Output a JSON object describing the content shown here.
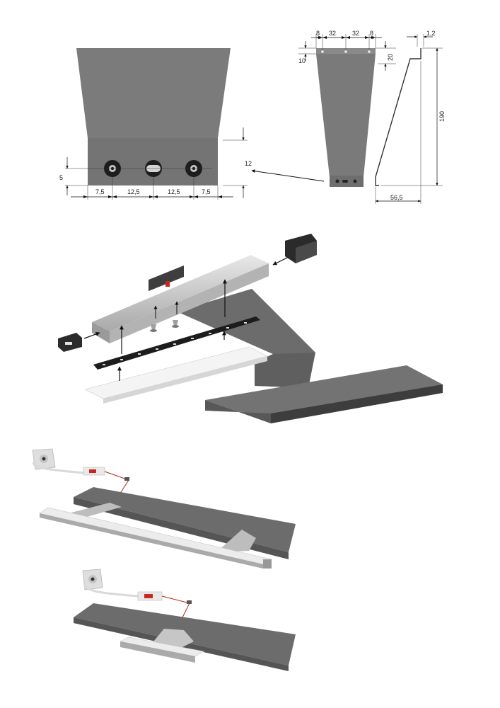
{
  "detail_view": {
    "dim_height": "12",
    "dim_offset": "5",
    "dims_horizontal": [
      "7,5",
      "12,5",
      "12,5",
      "7,5"
    ]
  },
  "side_view": {
    "dims_top": [
      "8",
      "32",
      "32",
      "8"
    ],
    "dim_thickness": "1,2",
    "dim_top_left": "10",
    "dim_top_right": "20",
    "dim_height": "190",
    "dim_depth": "56,5"
  },
  "colors": {
    "steel": "#6f6f6f",
    "steel_dark": "#4f4f4f",
    "aluminium": "#c8c8c8",
    "led_red": "#c8281e"
  }
}
